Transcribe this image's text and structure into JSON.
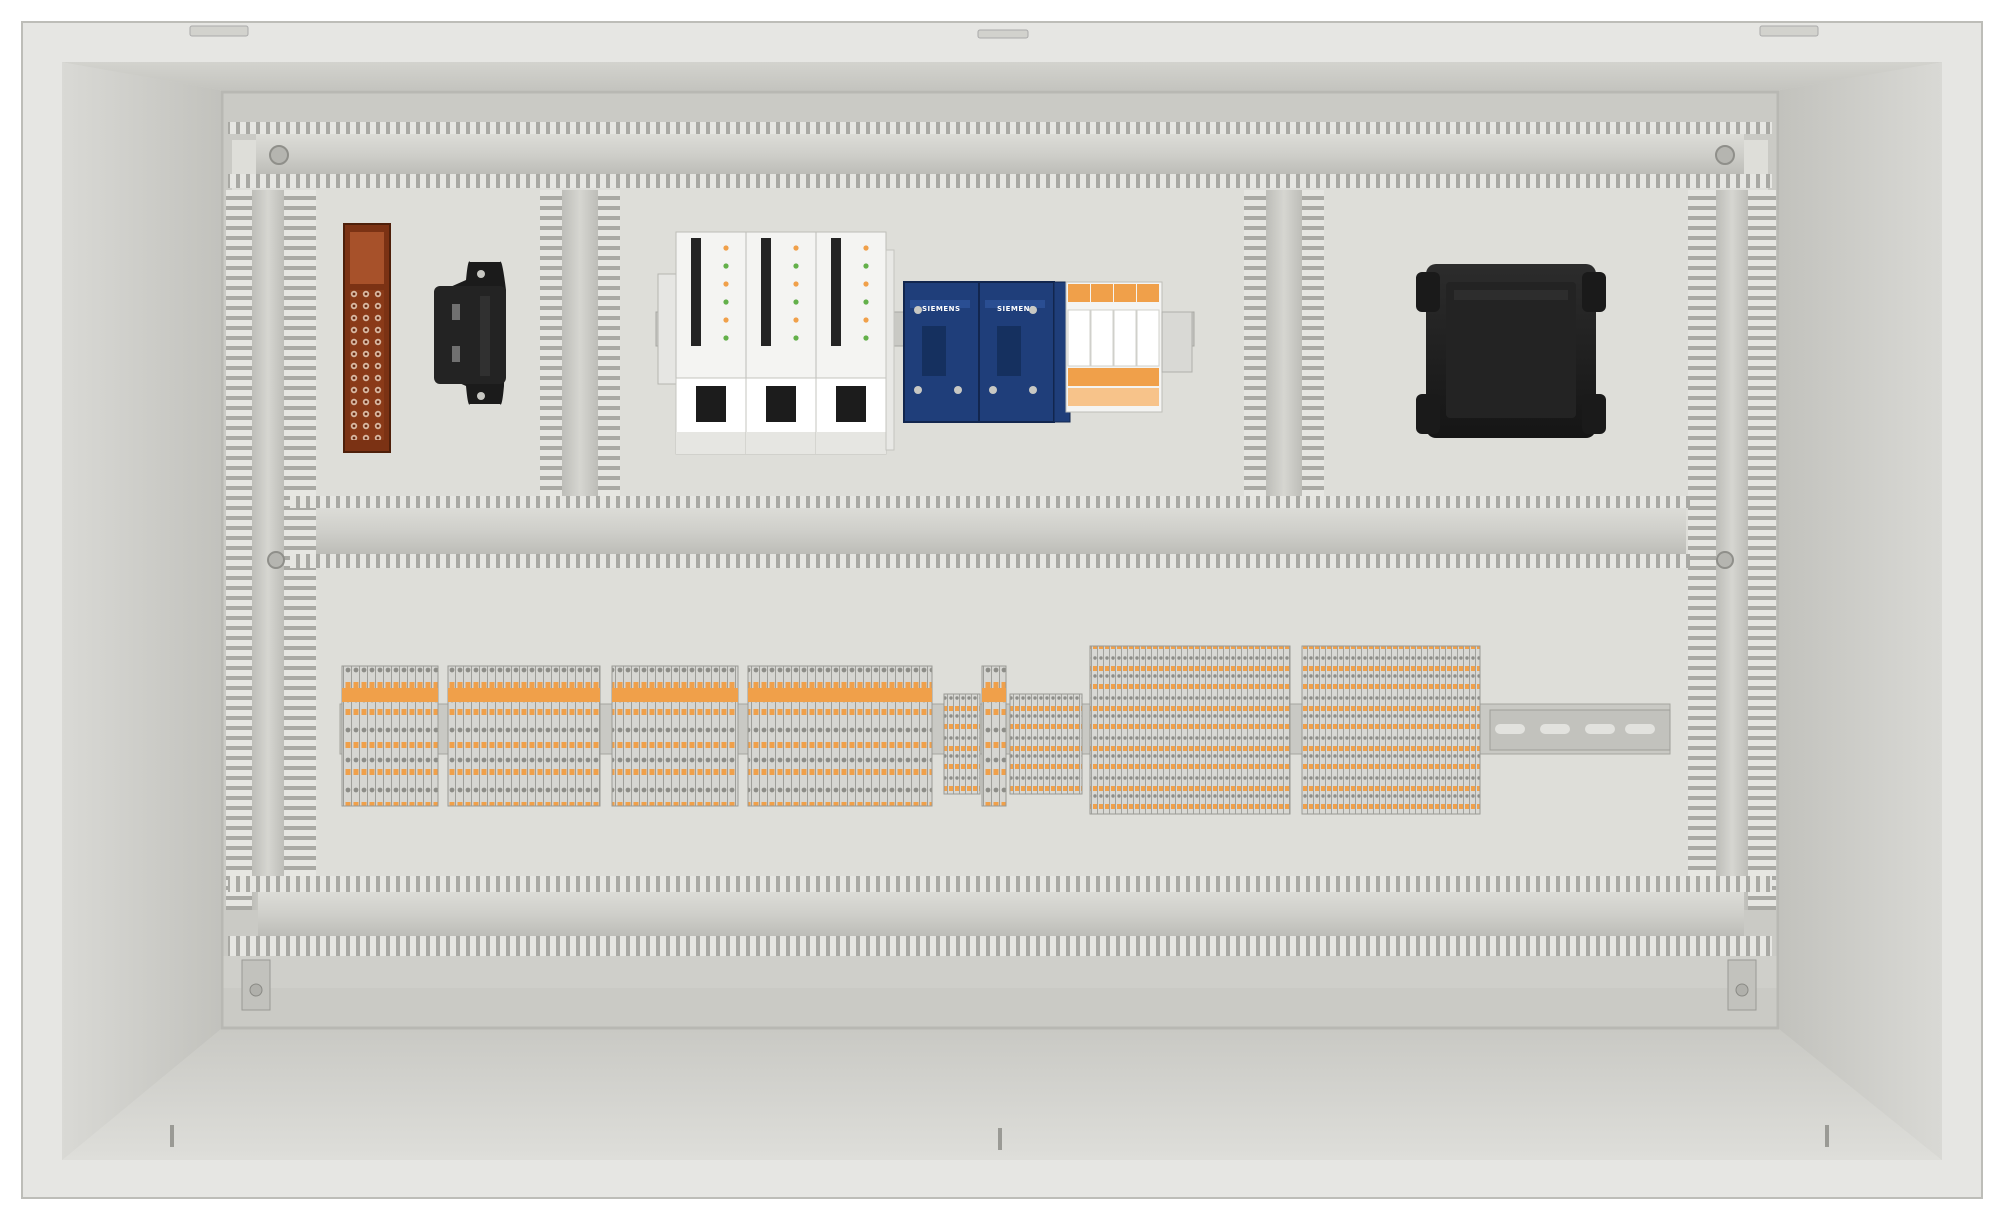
{
  "scene": {
    "subject": "electrical-enclosure-interior",
    "brand_label": "SIEMENS",
    "colors": {
      "enclosure": "#e4e4e1",
      "backplate": "#dcdcd6",
      "duct": "#d2d2cd",
      "duct_dark": "#b4b4ae",
      "breaker_blue": "#1f3e7a",
      "terminal_orange": "#f0a04a",
      "terminal_grey": "#c8c8c4",
      "psu_black": "#1e1e1e",
      "busbar_copper": "#8a3a18"
    },
    "terminal_groups": [
      {
        "name": "group-1",
        "modules": 5
      },
      {
        "name": "group-2",
        "modules": 7
      },
      {
        "name": "group-3",
        "modules": 5
      },
      {
        "name": "group-4",
        "modules": 7
      },
      {
        "name": "group-5",
        "modules": 3
      },
      {
        "name": "group-6",
        "modules": 4
      },
      {
        "name": "group-7",
        "modules": 20
      },
      {
        "name": "group-8",
        "modules": 17
      }
    ]
  }
}
